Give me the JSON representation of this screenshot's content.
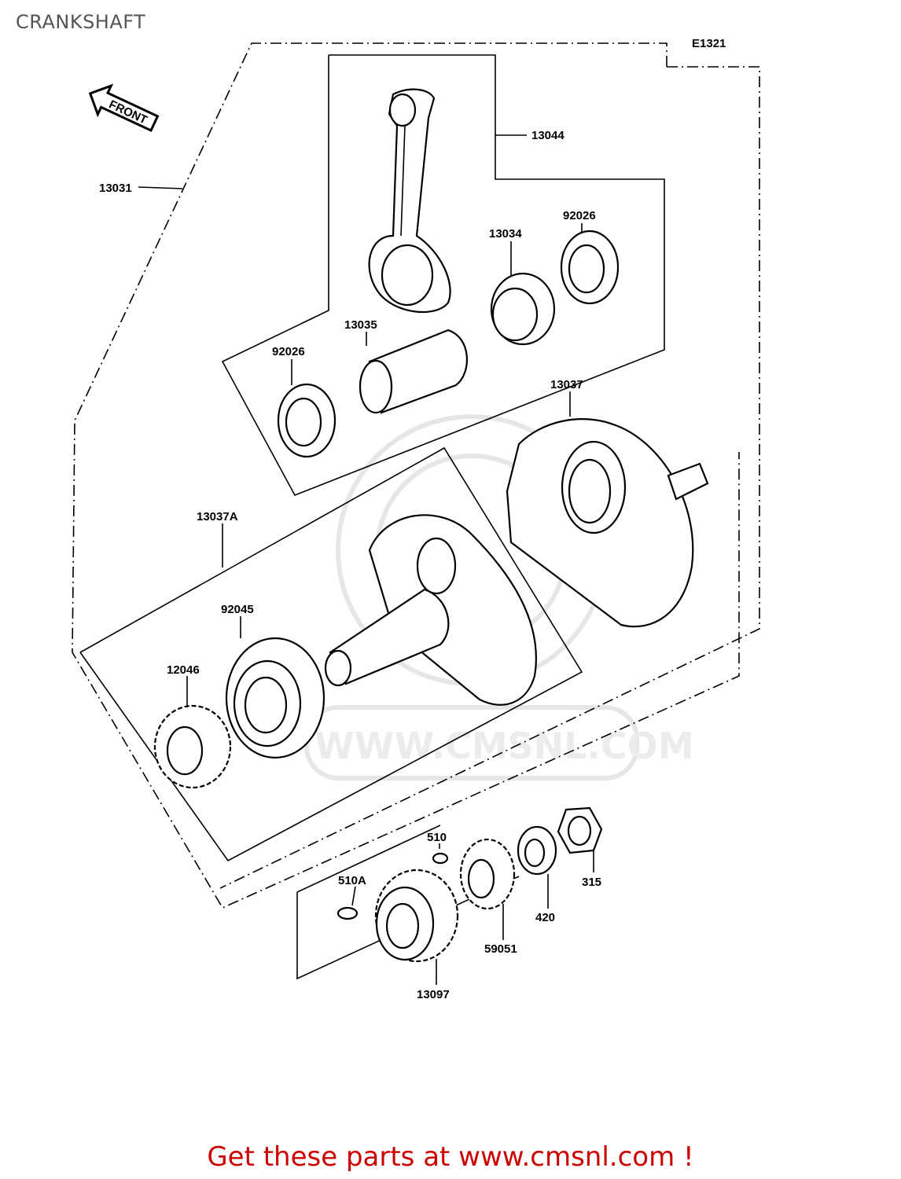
{
  "page": {
    "title": "CRANKSHAFT",
    "figure_code": "E1321",
    "footer": "Get these parts at www.cmsnl.com !"
  },
  "watermark": {
    "text": "WWW.CMSNL.COM"
  },
  "parts": {
    "front_arrow": "FRONT",
    "p13044": "13044",
    "p13031": "13031",
    "p92026_right": "92026",
    "p13034": "13034",
    "p13035": "13035",
    "p92026_left": "92026",
    "p13037": "13037",
    "p13037a": "13037A",
    "p92045": "92045",
    "p12046": "12046",
    "p510": "510",
    "p510a": "510A",
    "p315": "315",
    "p420": "420",
    "p59051": "59051",
    "p13097": "13097"
  }
}
